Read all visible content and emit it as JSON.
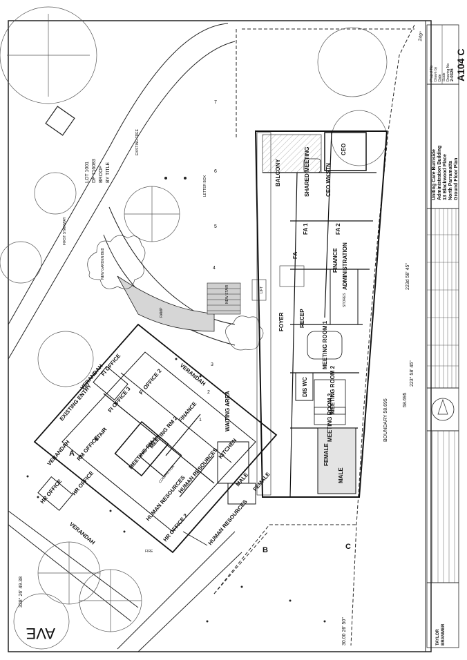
{
  "sheet": {
    "project": "Uniting Care Burnside",
    "building": "Administration Building",
    "address_line1": "13 Blackwood Place",
    "address_line2": "North Parramatta",
    "drawing_title": "Ground Floor Plan",
    "project_no": "2-0326",
    "drawing_no": "A104 C",
    "drawing_no_large": "A104 C",
    "meta_labels": [
      "Project No",
      "Drawn by",
      "Date",
      "Scale",
      "Drawing No"
    ]
  },
  "lot": {
    "line1": "LOT 1001",
    "line2": "DP 716083",
    "line3": "BROOF",
    "line4": "BY TITLE"
  },
  "street": {
    "name_fragment": "AVE"
  },
  "boundary": {
    "label": "BOUNDARY 58.695",
    "length": "58.695",
    "bearing_main": "223°  58'  45\"",
    "bearing_side": "223d 58' 45\"",
    "bearing_top": "249°",
    "bearing_left": "338° 26'  49.38",
    "bearing_bottom": "30.00  26'  50\"",
    "corner_a": "A",
    "corner_b": "B",
    "corner_c": "C"
  },
  "rooms_new": [
    {
      "label": "CEO",
      "id": "ceo"
    },
    {
      "label": "BALCONY",
      "id": "balcony"
    },
    {
      "label": "SHARED MEETING",
      "id": "shared-meeting"
    },
    {
      "label": "CEO WKSTN",
      "id": "ceo-wkstn"
    },
    {
      "label": "FA 1",
      "id": "fa-1"
    },
    {
      "label": "FA 2",
      "id": "fa-2"
    },
    {
      "label": "FA",
      "id": "fa-3"
    },
    {
      "label": "FINANCE",
      "id": "finance-new"
    },
    {
      "label": "ADMINISTRATION",
      "id": "administration"
    },
    {
      "label": "RECEP",
      "id": "recep"
    },
    {
      "label": "FOYER",
      "id": "foyer"
    },
    {
      "label": "MEETING ROOM 1",
      "id": "meeting-room-1"
    },
    {
      "label": "MEETING ROOM 2",
      "id": "meeting-room-2"
    },
    {
      "label": "MEETING ROOM 3",
      "id": "meeting-room-3"
    },
    {
      "label": "DIS WC",
      "id": "dis-wc"
    },
    {
      "label": "FEMALE",
      "id": "female-new"
    },
    {
      "label": "MALE",
      "id": "male-new"
    }
  ],
  "rooms_existing": [
    {
      "label": "VERANDAH",
      "id": "verandah-1"
    },
    {
      "label": "VERANDAH",
      "id": "verandah-2"
    },
    {
      "label": "VERANDAH",
      "id": "verandah-3"
    },
    {
      "label": "VERANDAH",
      "id": "verandah-4"
    },
    {
      "label": "EXISTING ENTRY",
      "id": "existing-entry"
    },
    {
      "label": "FI OFFICE",
      "id": "fi-office-1"
    },
    {
      "label": "FI OFFICE 2",
      "id": "fi-office-2"
    },
    {
      "label": "FI OFFICE 3",
      "id": "fi-office-3"
    },
    {
      "label": "RM OFFICE",
      "id": "rm-office"
    },
    {
      "label": "HR OFFICE",
      "id": "hr-office-1"
    },
    {
      "label": "HR OFFICE",
      "id": "hr-office-2"
    },
    {
      "label": "HR OFFICE 2",
      "id": "hr-office-3"
    },
    {
      "label": "STAIR",
      "id": "stair"
    },
    {
      "label": "MEETING RM 1",
      "id": "meeting-rm-1"
    },
    {
      "label": "MEETING RM 2",
      "id": "meeting-rm-2"
    },
    {
      "label": "FINANCE",
      "id": "finance-old"
    },
    {
      "label": "WAITING AREA",
      "id": "waiting-area"
    },
    {
      "label": "KITCHEN",
      "id": "kitchen"
    },
    {
      "label": "MALE",
      "id": "male-old"
    },
    {
      "label": "FEMALE",
      "id": "female-old"
    },
    {
      "label": "HUMAN RESOURCES",
      "id": "hr-1"
    },
    {
      "label": "HUMAN RESOURCES",
      "id": "hr-2"
    },
    {
      "label": "HUMAN RESOURCES",
      "id": "hr-3"
    }
  ],
  "notes": {
    "first_stair": "FIRST STAIRWAY",
    "letterbox": "LETTER BOX",
    "existing_tree": "EXISTING TREE",
    "compactor": "COMPACTOR",
    "fire": "FIRE",
    "new_stair": "NEW STAIR",
    "ramp": "RAMP",
    "lift": "LIFT",
    "stores": "STORES",
    "new_garden": "NEW GARDEN BED"
  },
  "grid_numbers": [
    "1",
    "2",
    "3",
    "4",
    "5",
    "6",
    "7"
  ],
  "north": {
    "label": "N"
  },
  "logo": {
    "line1": "TAYLOR",
    "line2": "BRAMMER"
  }
}
